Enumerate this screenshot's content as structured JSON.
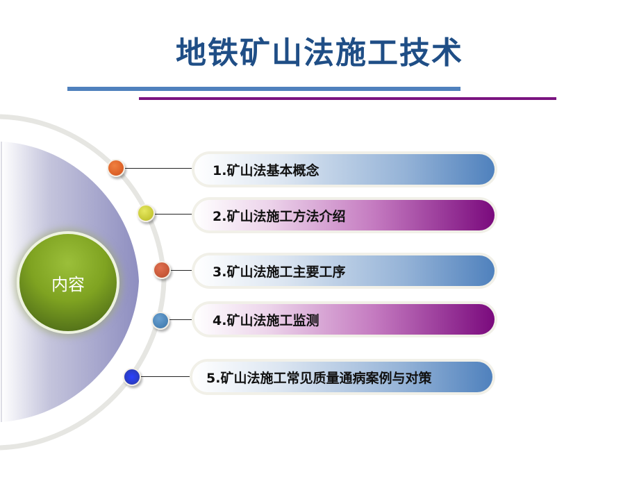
{
  "slide": {
    "title": "地铁矿山法施工技术",
    "center_label": "内容",
    "colors": {
      "title": "#1f4e86",
      "rule_blue": "#4f81bd",
      "rule_purple": "#7a1480",
      "center_green": "#7fa321",
      "half_disc": "#9696c4"
    },
    "items": [
      {
        "label": "1.矿山法基本概念",
        "style": "blue",
        "dot_color": "#e0601e"
      },
      {
        "label": "2.矿山法施工方法介绍",
        "style": "purple",
        "dot_color": "#c8cc2e"
      },
      {
        "label": "3.矿山法施工主要工序",
        "style": "blue",
        "dot_color": "#c65a3a"
      },
      {
        "label": "4.矿山法施工监测",
        "style": "purple",
        "dot_color": "#4a86b8"
      },
      {
        "label": "5.矿山法施工常见质量通病案例与对策",
        "style": "blue",
        "dot_color": "#1a2fd6"
      }
    ]
  }
}
